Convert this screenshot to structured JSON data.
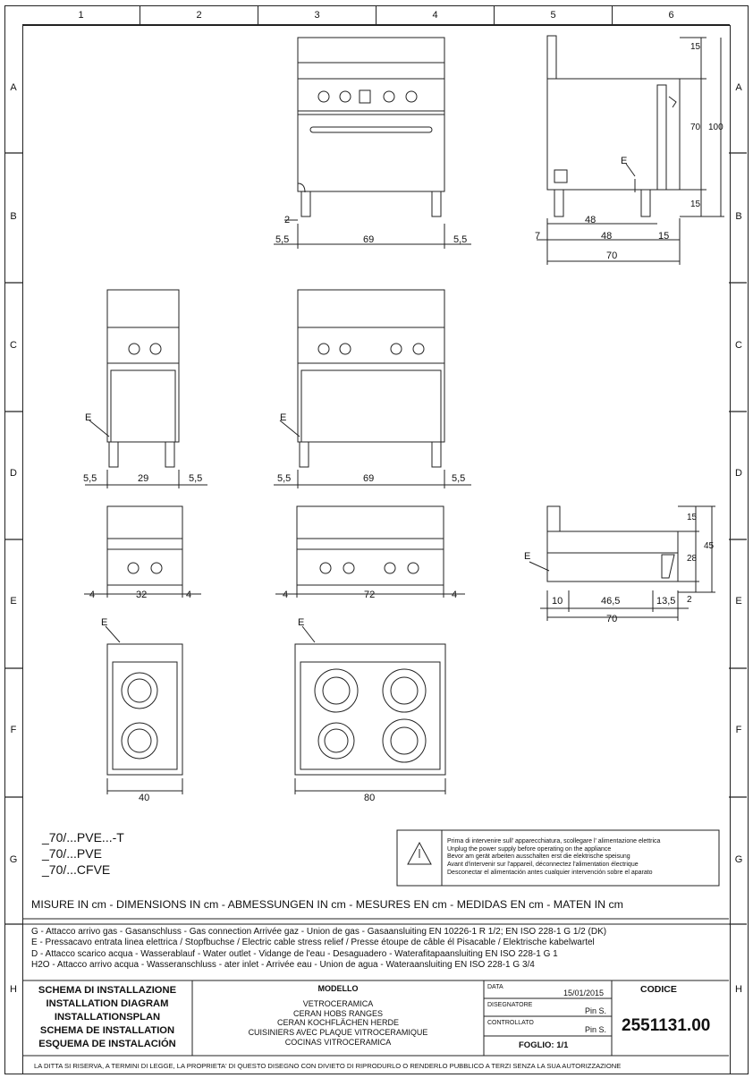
{
  "frame": {
    "columns": [
      "1",
      "2",
      "3",
      "4",
      "5",
      "6"
    ],
    "rows": [
      "A",
      "B",
      "C",
      "D",
      "E",
      "F",
      "G",
      "H"
    ]
  },
  "dims": {
    "top_front": {
      "d2": "2",
      "left": "5,5",
      "width": "69",
      "right": "5,5"
    },
    "side": {
      "d15a": "15",
      "d70": "70",
      "d100": "100",
      "d15b": "15",
      "d48a": "48",
      "d48b": "48",
      "d7": "7",
      "d15c": "15",
      "d70b": "70",
      "e_label": "E"
    },
    "mid_small": {
      "e_label": "E",
      "left": "5,5",
      "width": "29",
      "right": "5,5"
    },
    "mid_large": {
      "e_label": "E",
      "left": "5,5",
      "width": "69",
      "right": "5,5"
    },
    "top_small": {
      "left": "4",
      "width": "32",
      "right": "4"
    },
    "top_large": {
      "left": "4",
      "width": "72",
      "right": "4"
    },
    "side_top": {
      "d15": "15",
      "d28": "28",
      "d45": "45",
      "d2": "2",
      "d10": "10",
      "d46": "46,5",
      "d13": "13,5",
      "d70": "70",
      "e_label": "E"
    },
    "plan_small": {
      "e_label": "E",
      "width": "40"
    },
    "plan_large": {
      "e_label": "E",
      "width": "80"
    }
  },
  "models": [
    "_70/...PVE...-T",
    "_70/...PVE",
    "_70/...CFVE"
  ],
  "warning": {
    "lines": [
      "Prima di intervenire sull' apparecchiatura, scollegare l' alimentazione elettrica",
      "Unplug the power supply before operating on the appliance",
      "Bevor am gerät arbeiten ausschalten erst die elektrische speisung",
      "Avant d'intervenir sur l'appareil, déconnectez l'alimentation électrique",
      "Desconectar el alimentación antes cualquier intervención sobre el aparato"
    ]
  },
  "units_line": "MISURE IN cm - DIMENSIONS IN cm - ABMESSUNGEN IN cm - MESURES EN cm - MEDIDAS EN cm - MATEN IN cm",
  "legend": [
    "G - Attacco arrivo gas - Gasanschluss - Gas connection Arrivée gaz - Union de gas - Gasaansluiting EN 10226-1 R 1/2; EN ISO 228-1 G 1/2 (DK)",
    "E - Pressacavo entrata linea elettrica / Stopfbuchse / Electric cable stress relief / Presse étoupe de câble él Pisacable / Elektrische kabelwartel",
    "D - Attacco scarico acqua - Wasserablauf - Water outlet - Vidange de l'eau - Desaguadero - Waterafitapaansluiting  EN ISO 228-1 G 1",
    "H2O - Attacco arrivo acqua - Wasseranschluss - ater inlet - Arrivée eau - Union de agua - Wateraansluiting   EN ISO 228-1 G 3/4"
  ],
  "title_block": {
    "schema": [
      "SCHEMA DI INSTALLAZIONE",
      "INSTALLATION DIAGRAM",
      "INSTALLATIONSPLAN",
      "SCHEMA DE INSTALLATION",
      "ESQUEMA DE INSTALACIÓN"
    ],
    "modello_label": "MODELLO",
    "modello": [
      "VETROCERAMICA",
      "CERAN HOBS RANGES",
      "CERAN KOCHFLÄCHEN HERDE",
      "CUISINIERS AVEC PLAQUE VITROCERAMIQUE",
      "COCINAS VITROCERAMICA"
    ],
    "data_label": "DATA",
    "data": "15/01/2015",
    "disegnatore_label": "DISEGNATORE",
    "disegnatore": "Pin S.",
    "controllato_label": "CONTROLLATO",
    "controllato": "Pin S.",
    "foglio": "FOGLIO: 1/1",
    "codice_label": "CODICE",
    "codice": "2551131.00"
  },
  "footer": "LA DITTA SI RISERVA, A TERMINI DI LEGGE, LA PROPRIETA' DI QUESTO DISEGNO CON DIVIETO DI RIPRODURLO O RENDERLO PUBBLICO A TERZI SENZA LA SUA AUTORIZZAZIONE"
}
